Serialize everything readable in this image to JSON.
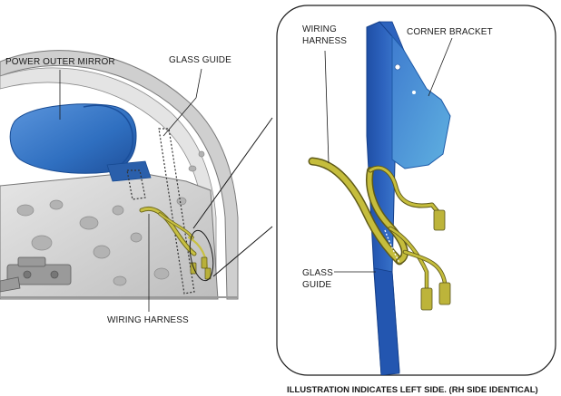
{
  "labels": {
    "power_outer_mirror": "POWER OUTER MIRROR",
    "glass_guide_main": "GLASS GUIDE",
    "wiring_harness_main": "WIRING HARNESS",
    "wiring_harness_detail": [
      "WIRING",
      "HARNESS"
    ],
    "corner_bracket": "CORNER BRACKET",
    "glass_guide_detail": [
      "GLASS",
      "GUIDE"
    ]
  },
  "caption": "ILLUSTRATION INDICATES LEFT SIDE. (RH SIDE IDENTICAL)",
  "colors": {
    "mirror_blue": "#2f6fc0",
    "bracket_blue": "#2d63be",
    "harness_yellow": "#b8b03a",
    "door_gray": "#c9c9c9",
    "detail_frame": "#1a1a1a"
  }
}
